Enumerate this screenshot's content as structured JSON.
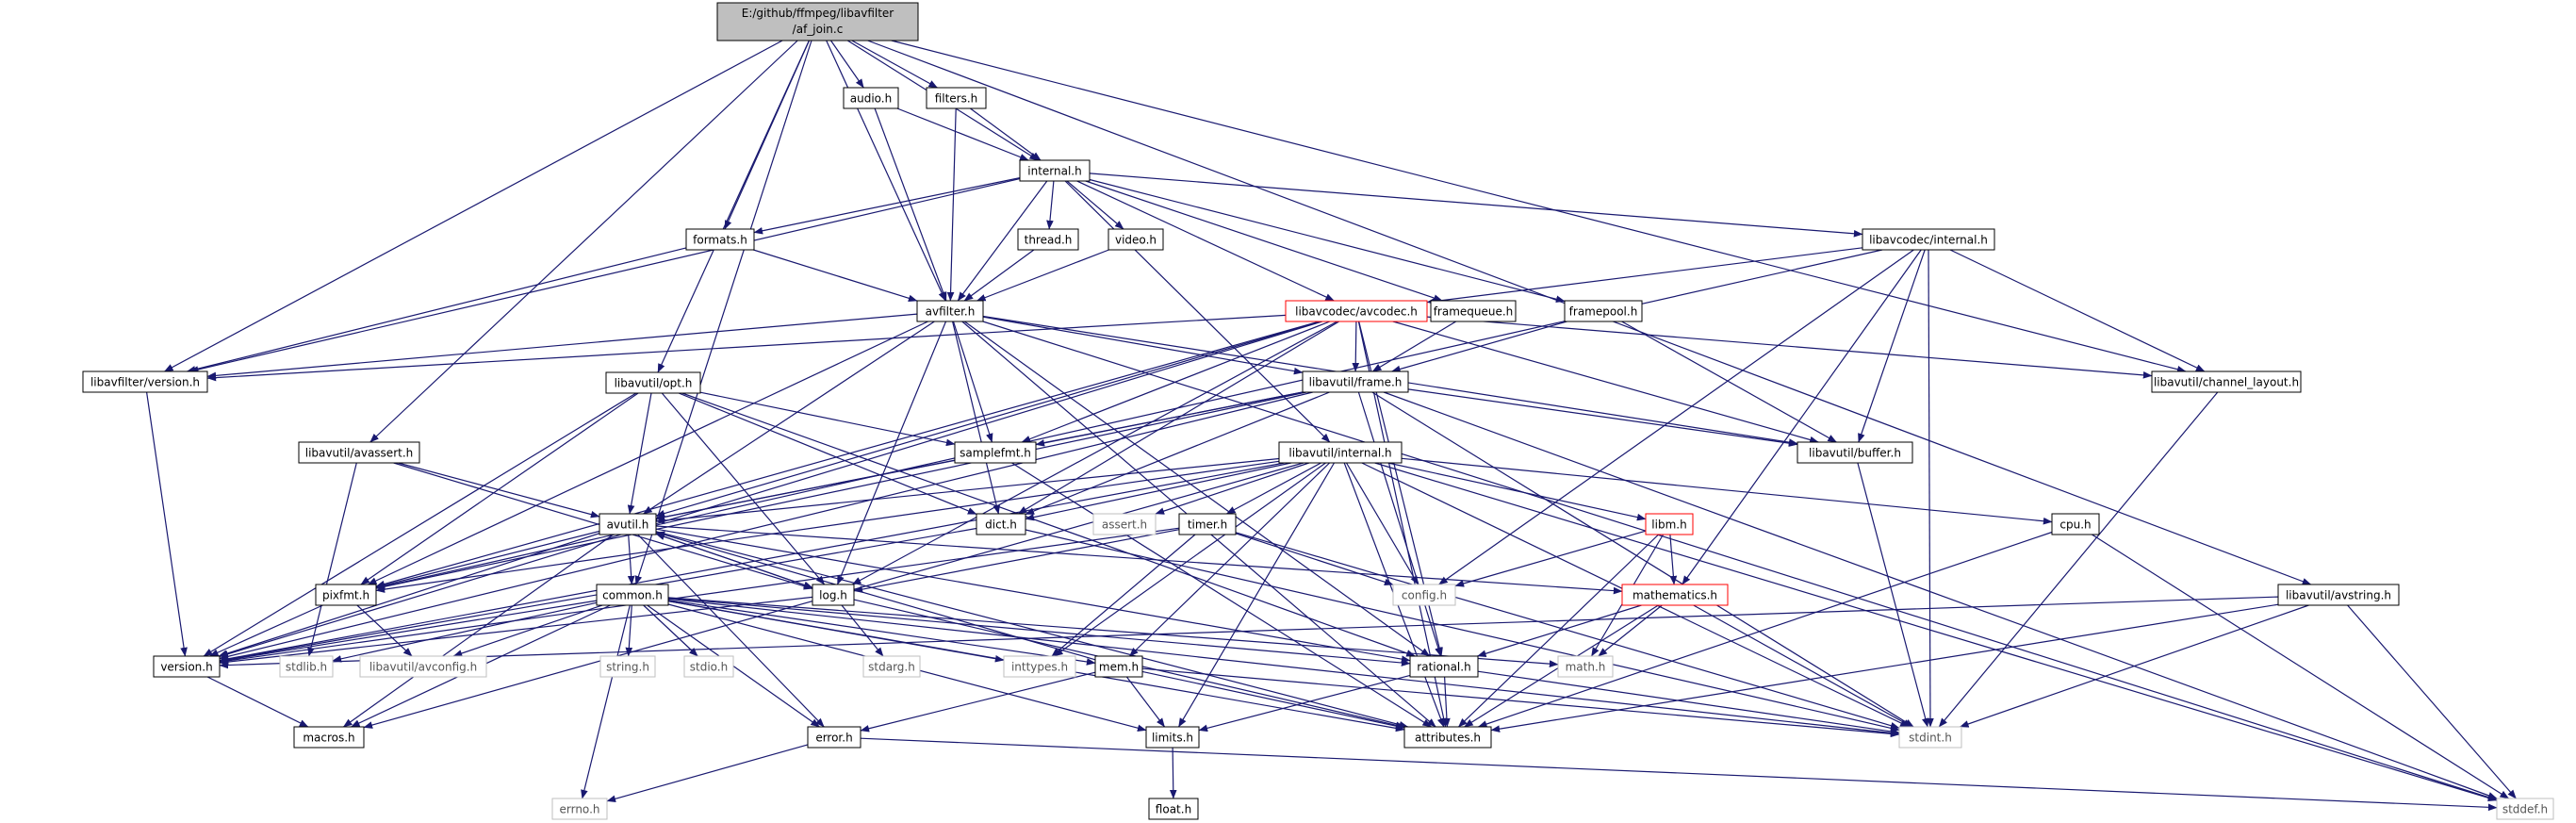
{
  "root": {
    "line1": "E:/github/ffmpeg/libavfilter",
    "line2": "/af_join.c"
  },
  "colors": {
    "edge": "#191970",
    "node_border": "#000000",
    "muted_border": "#bfbfbf",
    "highlight_border": "#ff0000",
    "root_fill": "#bfbfbf",
    "node_fill": "#ffffff"
  },
  "nodes": [
    {
      "id": "af_join",
      "label": "E:/github/ffmpeg/libavfilter/af_join.c",
      "style": "root"
    },
    {
      "id": "audio_h",
      "label": "audio.h",
      "style": "normal"
    },
    {
      "id": "filters_h",
      "label": "filters.h",
      "style": "normal"
    },
    {
      "id": "internal_h",
      "label": "internal.h",
      "style": "normal"
    },
    {
      "id": "formats_h",
      "label": "formats.h",
      "style": "normal"
    },
    {
      "id": "thread_h",
      "label": "thread.h",
      "style": "normal"
    },
    {
      "id": "video_h",
      "label": "video.h",
      "style": "normal"
    },
    {
      "id": "lavc_internal_h",
      "label": "libavcodec/internal.h",
      "style": "normal"
    },
    {
      "id": "avfilter_h",
      "label": "avfilter.h",
      "style": "normal"
    },
    {
      "id": "avcodec_h",
      "label": "libavcodec/avcodec.h",
      "style": "highlight"
    },
    {
      "id": "framequeue_h",
      "label": "framequeue.h",
      "style": "normal"
    },
    {
      "id": "framepool_h",
      "label": "framepool.h",
      "style": "normal"
    },
    {
      "id": "lavfi_version_h",
      "label": "libavfilter/version.h",
      "style": "normal"
    },
    {
      "id": "channel_layout_h",
      "label": "libavutil/channel_layout.h",
      "style": "normal"
    },
    {
      "id": "opt_h",
      "label": "libavutil/opt.h",
      "style": "normal"
    },
    {
      "id": "frame_h",
      "label": "libavutil/frame.h",
      "style": "normal"
    },
    {
      "id": "buffer_h",
      "label": "libavutil/buffer.h",
      "style": "normal"
    },
    {
      "id": "avassert_h",
      "label": "libavutil/avassert.h",
      "style": "normal"
    },
    {
      "id": "samplefmt_h",
      "label": "samplefmt.h",
      "style": "normal"
    },
    {
      "id": "lavu_internal_h",
      "label": "libavutil/internal.h",
      "style": "normal"
    },
    {
      "id": "avutil_h",
      "label": "avutil.h",
      "style": "normal"
    },
    {
      "id": "dict_h",
      "label": "dict.h",
      "style": "normal"
    },
    {
      "id": "assert_h",
      "label": "assert.h",
      "style": "muted"
    },
    {
      "id": "timer_h",
      "label": "timer.h",
      "style": "normal"
    },
    {
      "id": "libm_h",
      "label": "libm.h",
      "style": "highlight"
    },
    {
      "id": "cpu_h",
      "label": "cpu.h",
      "style": "normal"
    },
    {
      "id": "avstring_h",
      "label": "libavutil/avstring.h",
      "style": "normal"
    },
    {
      "id": "pixfmt_h",
      "label": "pixfmt.h",
      "style": "normal"
    },
    {
      "id": "log_h",
      "label": "log.h",
      "style": "normal"
    },
    {
      "id": "config_h",
      "label": "config.h",
      "style": "muted"
    },
    {
      "id": "common_h",
      "label": "common.h",
      "style": "normal"
    },
    {
      "id": "mathematics_h",
      "label": "mathematics.h",
      "style": "highlight"
    },
    {
      "id": "version_h",
      "label": "version.h",
      "style": "normal"
    },
    {
      "id": "stdlib_h",
      "label": "stdlib.h",
      "style": "muted"
    },
    {
      "id": "avconfig_h",
      "label": "libavutil/avconfig.h",
      "style": "muted"
    },
    {
      "id": "string_h",
      "label": "string.h",
      "style": "muted"
    },
    {
      "id": "stdio_h",
      "label": "stdio.h",
      "style": "muted"
    },
    {
      "id": "stdarg_h",
      "label": "stdarg.h",
      "style": "muted"
    },
    {
      "id": "inttypes_h",
      "label": "inttypes.h",
      "style": "muted"
    },
    {
      "id": "mem_h",
      "label": "mem.h",
      "style": "normal"
    },
    {
      "id": "rational_h",
      "label": "rational.h",
      "style": "normal"
    },
    {
      "id": "math_h",
      "label": "math.h",
      "style": "muted"
    },
    {
      "id": "macros_h",
      "label": "macros.h",
      "style": "normal"
    },
    {
      "id": "error_h",
      "label": "error.h",
      "style": "normal"
    },
    {
      "id": "limits_h",
      "label": "limits.h",
      "style": "normal"
    },
    {
      "id": "attributes_h",
      "label": "attributes.h",
      "style": "normal"
    },
    {
      "id": "stdint_h",
      "label": "stdint.h",
      "style": "muted"
    },
    {
      "id": "errno_h",
      "label": "errno.h",
      "style": "muted"
    },
    {
      "id": "float_h",
      "label": "float.h",
      "style": "normal"
    },
    {
      "id": "stddef_h",
      "label": "stddef.h",
      "style": "muted"
    }
  ],
  "edges": [
    [
      "af_join",
      "audio_h"
    ],
    [
      "af_join",
      "filters_h"
    ],
    [
      "af_join",
      "internal_h"
    ],
    [
      "af_join",
      "formats_h"
    ],
    [
      "af_join",
      "avfilter_h"
    ],
    [
      "af_join",
      "opt_h"
    ],
    [
      "af_join",
      "channel_layout_h"
    ],
    [
      "af_join",
      "avassert_h"
    ],
    [
      "af_join",
      "avstring_h"
    ],
    [
      "af_join",
      "common_h"
    ],
    [
      "af_join",
      "lavfi_version_h"
    ],
    [
      "audio_h",
      "avfilter_h"
    ],
    [
      "audio_h",
      "internal_h"
    ],
    [
      "filters_h",
      "avfilter_h"
    ],
    [
      "filters_h",
      "internal_h"
    ],
    [
      "internal_h",
      "formats_h"
    ],
    [
      "internal_h",
      "thread_h"
    ],
    [
      "internal_h",
      "video_h"
    ],
    [
      "internal_h",
      "lavc_internal_h"
    ],
    [
      "internal_h",
      "avfilter_h"
    ],
    [
      "internal_h",
      "avcodec_h"
    ],
    [
      "internal_h",
      "framequeue_h"
    ],
    [
      "internal_h",
      "framepool_h"
    ],
    [
      "internal_h",
      "lavfi_version_h"
    ],
    [
      "internal_h",
      "lavu_internal_h"
    ],
    [
      "formats_h",
      "avfilter_h"
    ],
    [
      "formats_h",
      "lavfi_version_h"
    ],
    [
      "thread_h",
      "avfilter_h"
    ],
    [
      "video_h",
      "avfilter_h"
    ],
    [
      "lavc_internal_h",
      "avcodec_h"
    ],
    [
      "lavc_internal_h",
      "channel_layout_h"
    ],
    [
      "lavc_internal_h",
      "buffer_h"
    ],
    [
      "lavc_internal_h",
      "mathematics_h"
    ],
    [
      "lavc_internal_h",
      "pixfmt_h"
    ],
    [
      "lavc_internal_h",
      "stdint_h"
    ],
    [
      "lavc_internal_h",
      "config_h"
    ],
    [
      "avfilter_h",
      "lavfi_version_h"
    ],
    [
      "avfilter_h",
      "frame_h"
    ],
    [
      "avfilter_h",
      "buffer_h"
    ],
    [
      "avfilter_h",
      "samplefmt_h"
    ],
    [
      "avfilter_h",
      "dict_h"
    ],
    [
      "avfilter_h",
      "log_h"
    ],
    [
      "avfilter_h",
      "pixfmt_h"
    ],
    [
      "avfilter_h",
      "avutil_h"
    ],
    [
      "avfilter_h",
      "attributes_h"
    ],
    [
      "avfilter_h",
      "rational_h"
    ],
    [
      "avfilter_h",
      "stddef_h"
    ],
    [
      "avcodec_h",
      "frame_h"
    ],
    [
      "avcodec_h",
      "samplefmt_h"
    ],
    [
      "avcodec_h",
      "dict_h"
    ],
    [
      "avcodec_h",
      "log_h"
    ],
    [
      "avcodec_h",
      "pixfmt_h"
    ],
    [
      "avcodec_h",
      "avutil_h"
    ],
    [
      "avcodec_h",
      "buffer_h"
    ],
    [
      "avcodec_h",
      "channel_layout_h"
    ],
    [
      "avcodec_h",
      "rational_h"
    ],
    [
      "avcodec_h",
      "attributes_h"
    ],
    [
      "avcodec_h",
      "version_h"
    ],
    [
      "avcodec_h",
      "lavfi_version_h"
    ],
    [
      "framequeue_h",
      "frame_h"
    ],
    [
      "framepool_h",
      "frame_h"
    ],
    [
      "framepool_h",
      "buffer_h"
    ],
    [
      "lavfi_version_h",
      "version_h"
    ],
    [
      "channel_layout_h",
      "stdint_h"
    ],
    [
      "opt_h",
      "samplefmt_h"
    ],
    [
      "opt_h",
      "avutil_h"
    ],
    [
      "opt_h",
      "dict_h"
    ],
    [
      "opt_h",
      "log_h"
    ],
    [
      "opt_h",
      "pixfmt_h"
    ],
    [
      "opt_h",
      "rational_h"
    ],
    [
      "opt_h",
      "version_h"
    ],
    [
      "frame_h",
      "avutil_h"
    ],
    [
      "frame_h",
      "buffer_h"
    ],
    [
      "frame_h",
      "dict_h"
    ],
    [
      "frame_h",
      "samplefmt_h"
    ],
    [
      "frame_h",
      "pixfmt_h"
    ],
    [
      "frame_h",
      "rational_h"
    ],
    [
      "frame_h",
      "version_h"
    ],
    [
      "frame_h",
      "stdint_h"
    ],
    [
      "frame_h",
      "stddef_h"
    ],
    [
      "buffer_h",
      "stdint_h"
    ],
    [
      "avassert_h",
      "avutil_h"
    ],
    [
      "avassert_h",
      "log_h"
    ],
    [
      "avassert_h",
      "stdlib_h"
    ],
    [
      "samplefmt_h",
      "avutil_h"
    ],
    [
      "samplefmt_h",
      "attributes_h"
    ],
    [
      "lavu_internal_h",
      "avutil_h"
    ],
    [
      "lavu_internal_h",
      "dict_h"
    ],
    [
      "lavu_internal_h",
      "assert_h"
    ],
    [
      "lavu_internal_h",
      "timer_h"
    ],
    [
      "lavu_internal_h",
      "libm_h"
    ],
    [
      "lavu_internal_h",
      "cpu_h"
    ],
    [
      "lavu_internal_h",
      "pixfmt_h"
    ],
    [
      "lavu_internal_h",
      "config_h"
    ],
    [
      "lavu_internal_h",
      "version_h"
    ],
    [
      "lavu_internal_h",
      "mem_h"
    ],
    [
      "lavu_internal_h",
      "macros_h"
    ],
    [
      "lavu_internal_h",
      "limits_h"
    ],
    [
      "lavu_internal_h",
      "attributes_h"
    ],
    [
      "lavu_internal_h",
      "stdint_h"
    ],
    [
      "lavu_internal_h",
      "stddef_h"
    ],
    [
      "lavu_internal_h",
      "inttypes_h"
    ],
    [
      "avutil_h",
      "common_h"
    ],
    [
      "avutil_h",
      "pixfmt_h"
    ],
    [
      "avutil_h",
      "log_h"
    ],
    [
      "avutil_h",
      "version_h"
    ],
    [
      "avutil_h",
      "rational_h"
    ],
    [
      "avutil_h",
      "error_h"
    ],
    [
      "avutil_h",
      "mathematics_h"
    ],
    [
      "avutil_h",
      "macros_h"
    ],
    [
      "avutil_h",
      "attributes_h"
    ],
    [
      "dict_h",
      "stdint_h"
    ],
    [
      "dict_h",
      "version_h"
    ],
    [
      "timer_h",
      "config_h"
    ],
    [
      "timer_h",
      "log_h"
    ],
    [
      "timer_h",
      "stdint_h"
    ],
    [
      "timer_h",
      "version_h"
    ],
    [
      "timer_h",
      "inttypes_h"
    ],
    [
      "libm_h",
      "config_h"
    ],
    [
      "libm_h",
      "mathematics_h"
    ],
    [
      "libm_h",
      "math_h"
    ],
    [
      "libm_h",
      "attributes_h"
    ],
    [
      "cpu_h",
      "attributes_h"
    ],
    [
      "cpu_h",
      "stddef_h"
    ],
    [
      "avstring_h",
      "stddef_h"
    ],
    [
      "avstring_h",
      "stdint_h"
    ],
    [
      "avstring_h",
      "attributes_h"
    ],
    [
      "avstring_h",
      "version_h"
    ],
    [
      "pixfmt_h",
      "version_h"
    ],
    [
      "pixfmt_h",
      "avconfig_h"
    ],
    [
      "log_h",
      "avutil_h"
    ],
    [
      "log_h",
      "attributes_h"
    ],
    [
      "log_h",
      "version_h"
    ],
    [
      "log_h",
      "stdarg_h"
    ],
    [
      "common_h",
      "errno_h"
    ],
    [
      "common_h",
      "inttypes_h"
    ],
    [
      "common_h",
      "limits_h"
    ],
    [
      "common_h",
      "math_h"
    ],
    [
      "common_h",
      "stdint_h"
    ],
    [
      "common_h",
      "stdio_h"
    ],
    [
      "common_h",
      "stdlib_h"
    ],
    [
      "common_h",
      "string_h"
    ],
    [
      "common_h",
      "attributes_h"
    ],
    [
      "common_h",
      "macros_h"
    ],
    [
      "common_h",
      "version_h"
    ],
    [
      "common_h",
      "avconfig_h"
    ],
    [
      "common_h",
      "mem_h"
    ],
    [
      "common_h",
      "error_h"
    ],
    [
      "common_h",
      "rational_h"
    ],
    [
      "mathematics_h",
      "stdint_h"
    ],
    [
      "mathematics_h",
      "math_h"
    ],
    [
      "mathematics_h",
      "attributes_h"
    ],
    [
      "mathematics_h",
      "rational_h"
    ],
    [
      "version_h",
      "macros_h"
    ],
    [
      "mem_h",
      "error_h"
    ],
    [
      "mem_h",
      "limits_h"
    ],
    [
      "mem_h",
      "attributes_h"
    ],
    [
      "mem_h",
      "stdint_h"
    ],
    [
      "mem_h",
      "avutil_h"
    ],
    [
      "rational_h",
      "stdint_h"
    ],
    [
      "rational_h",
      "limits_h"
    ],
    [
      "rational_h",
      "attributes_h"
    ],
    [
      "error_h",
      "errno_h"
    ],
    [
      "error_h",
      "stddef_h"
    ],
    [
      "limits_h",
      "float_h"
    ]
  ]
}
